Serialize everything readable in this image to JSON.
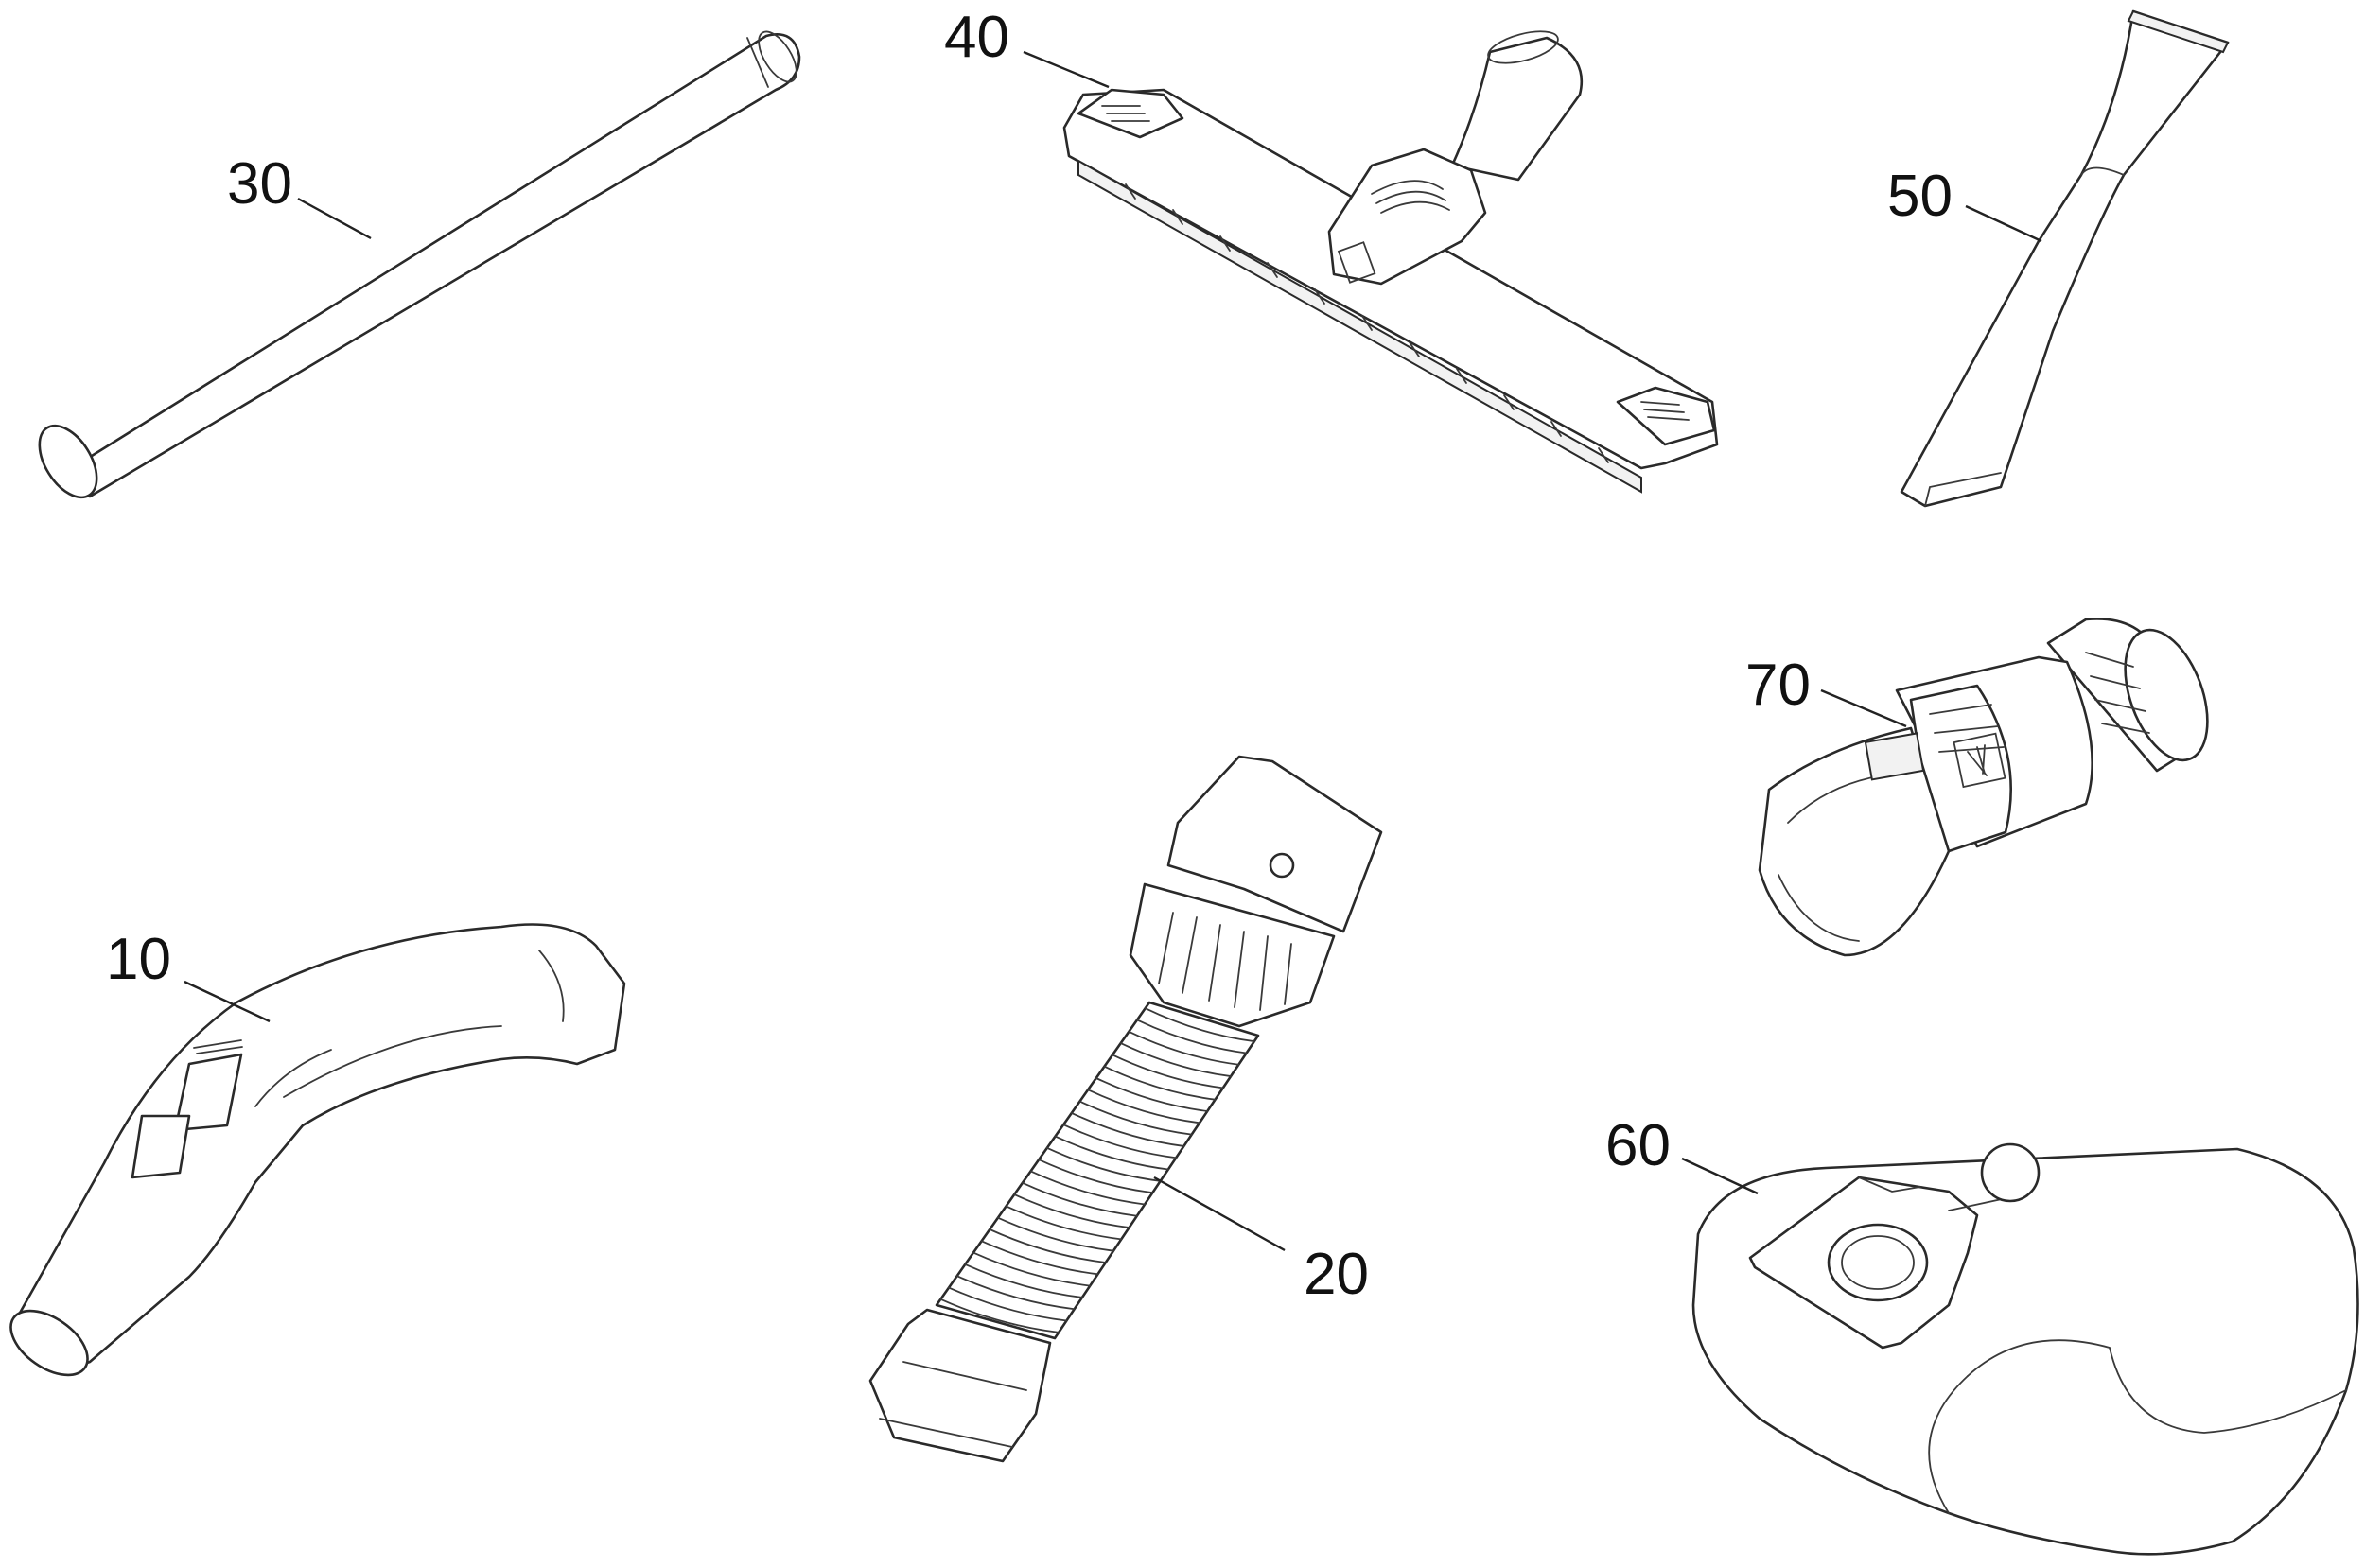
{
  "parts": [
    {
      "id": "p10",
      "label": "10",
      "name": "hand-grip"
    },
    {
      "id": "p20",
      "label": "20",
      "name": "suction-hose"
    },
    {
      "id": "p30",
      "label": "30",
      "name": "suction-tube"
    },
    {
      "id": "p40",
      "label": "40",
      "name": "floor-nozzle"
    },
    {
      "id": "p50",
      "label": "50",
      "name": "crevice-nozzle"
    },
    {
      "id": "p60",
      "label": "60",
      "name": "filter-bag"
    },
    {
      "id": "p70",
      "label": "70",
      "name": "adapter"
    }
  ],
  "colors": {
    "line": "#2a2a2a",
    "label": "#111111",
    "background": "#ffffff"
  }
}
